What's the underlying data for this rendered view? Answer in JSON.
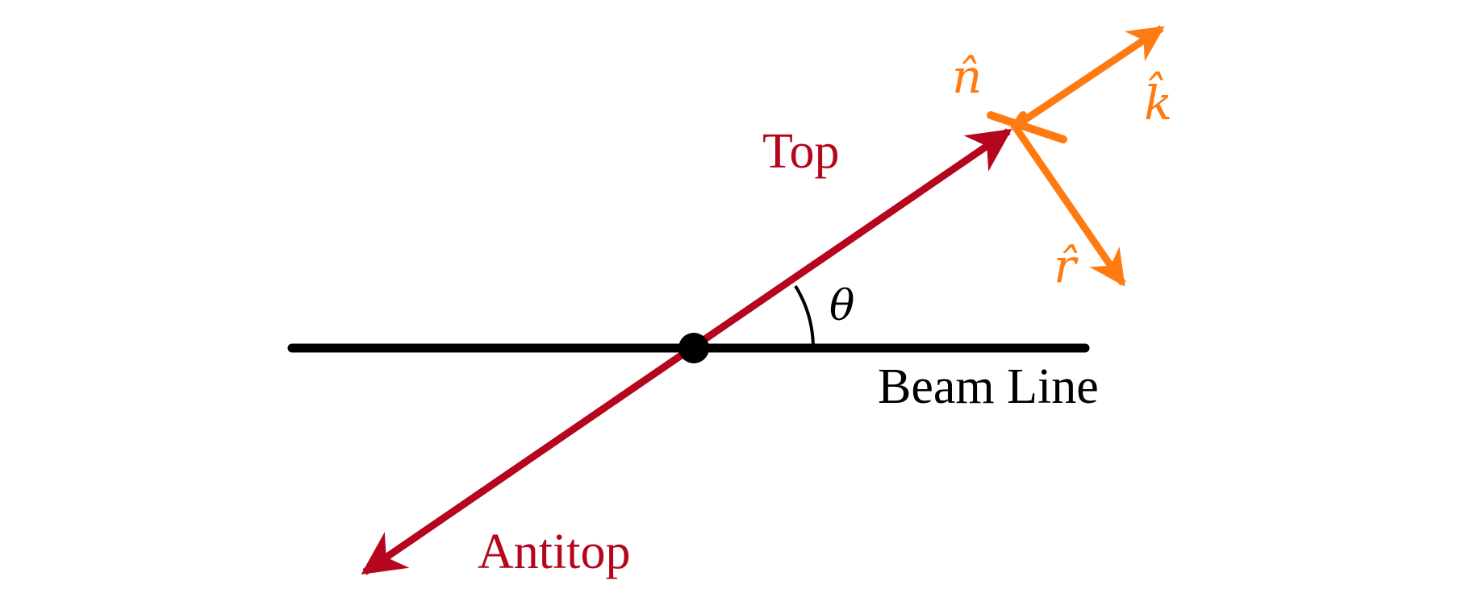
{
  "labels": {
    "top": "Top",
    "antitop": "Antitop",
    "beam_line": "Beam Line",
    "theta": "θ",
    "n_hat": "n̂",
    "k_hat": "k̂",
    "r_hat": "r̂"
  },
  "colors": {
    "top_axis": "#b5061e",
    "basis_vectors": "#ff7b12",
    "beam": "#000000"
  }
}
